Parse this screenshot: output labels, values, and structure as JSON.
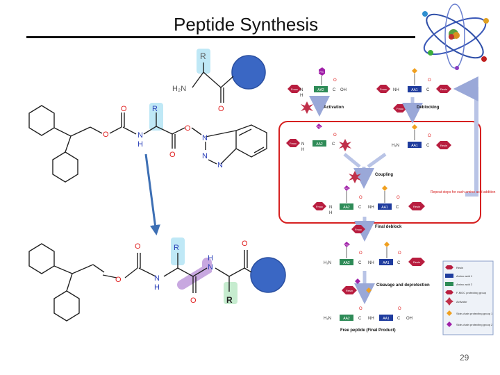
{
  "slide": {
    "title": "Peptide Synthesis",
    "page_number": "29"
  },
  "molecule_top": {
    "r_top": "R",
    "h2n": "H₂N",
    "o_carbonyl": "O",
    "fmoc_o1": "O",
    "fmoc_o2": "O",
    "r_mid": "R",
    "nh_n": "N",
    "nh_h": "H",
    "ester_o1": "O",
    "ester_o2": "O",
    "bt_n1": "N",
    "bt_n2": "N",
    "bt_n3": "N"
  },
  "molecule_bottom": {
    "o1": "O",
    "o2": "O",
    "r1": "R",
    "n1": "N",
    "h1": "H",
    "o3": "O",
    "hn_h": "H",
    "hn_n": "N",
    "o4": "O",
    "r2": "R"
  },
  "scheme": {
    "pg1": "PG",
    "fmoc": "Fmoc",
    "n": "N",
    "h": "H",
    "aa1": "AA1",
    "aa2": "AA2",
    "c": "C",
    "o": "O",
    "oh": "OH",
    "resin": "Resin",
    "nh": "NH",
    "h2n": "H₂N",
    "activation": "Activation",
    "deblocking": "Deblocking",
    "coupling": "Coupling",
    "repeat": "Repeat steps for each amino acid addition",
    "final_deblock": "Final deblock",
    "cleavage": "Cleavage and deprotection",
    "free_peptide": "Free peptide (Final Product)"
  },
  "legend": {
    "items": [
      "Resin",
      "Amino acid 1",
      "Amino acid 2",
      "F-MOC protecting group",
      "Activator",
      "Side-chain protecting group 1",
      "Side-chain protecting group 2"
    ]
  },
  "colors": {
    "accent_red": "#d62020",
    "arrow_blue": "#3d6fb4",
    "arrow_light": "#b9c4e6",
    "aa_blue": "#1f3c9e",
    "aa_green": "#2e8b57",
    "fmoc_red": "#b81d3f",
    "pg_purple": "#a020a8",
    "pg_orange": "#f0a020",
    "cyan_highlight": "#bfe8f6",
    "purple_highlight": "#c8a8e0",
    "green_highlight": "#c6eccf",
    "ball_blue": "#3a67c4"
  }
}
